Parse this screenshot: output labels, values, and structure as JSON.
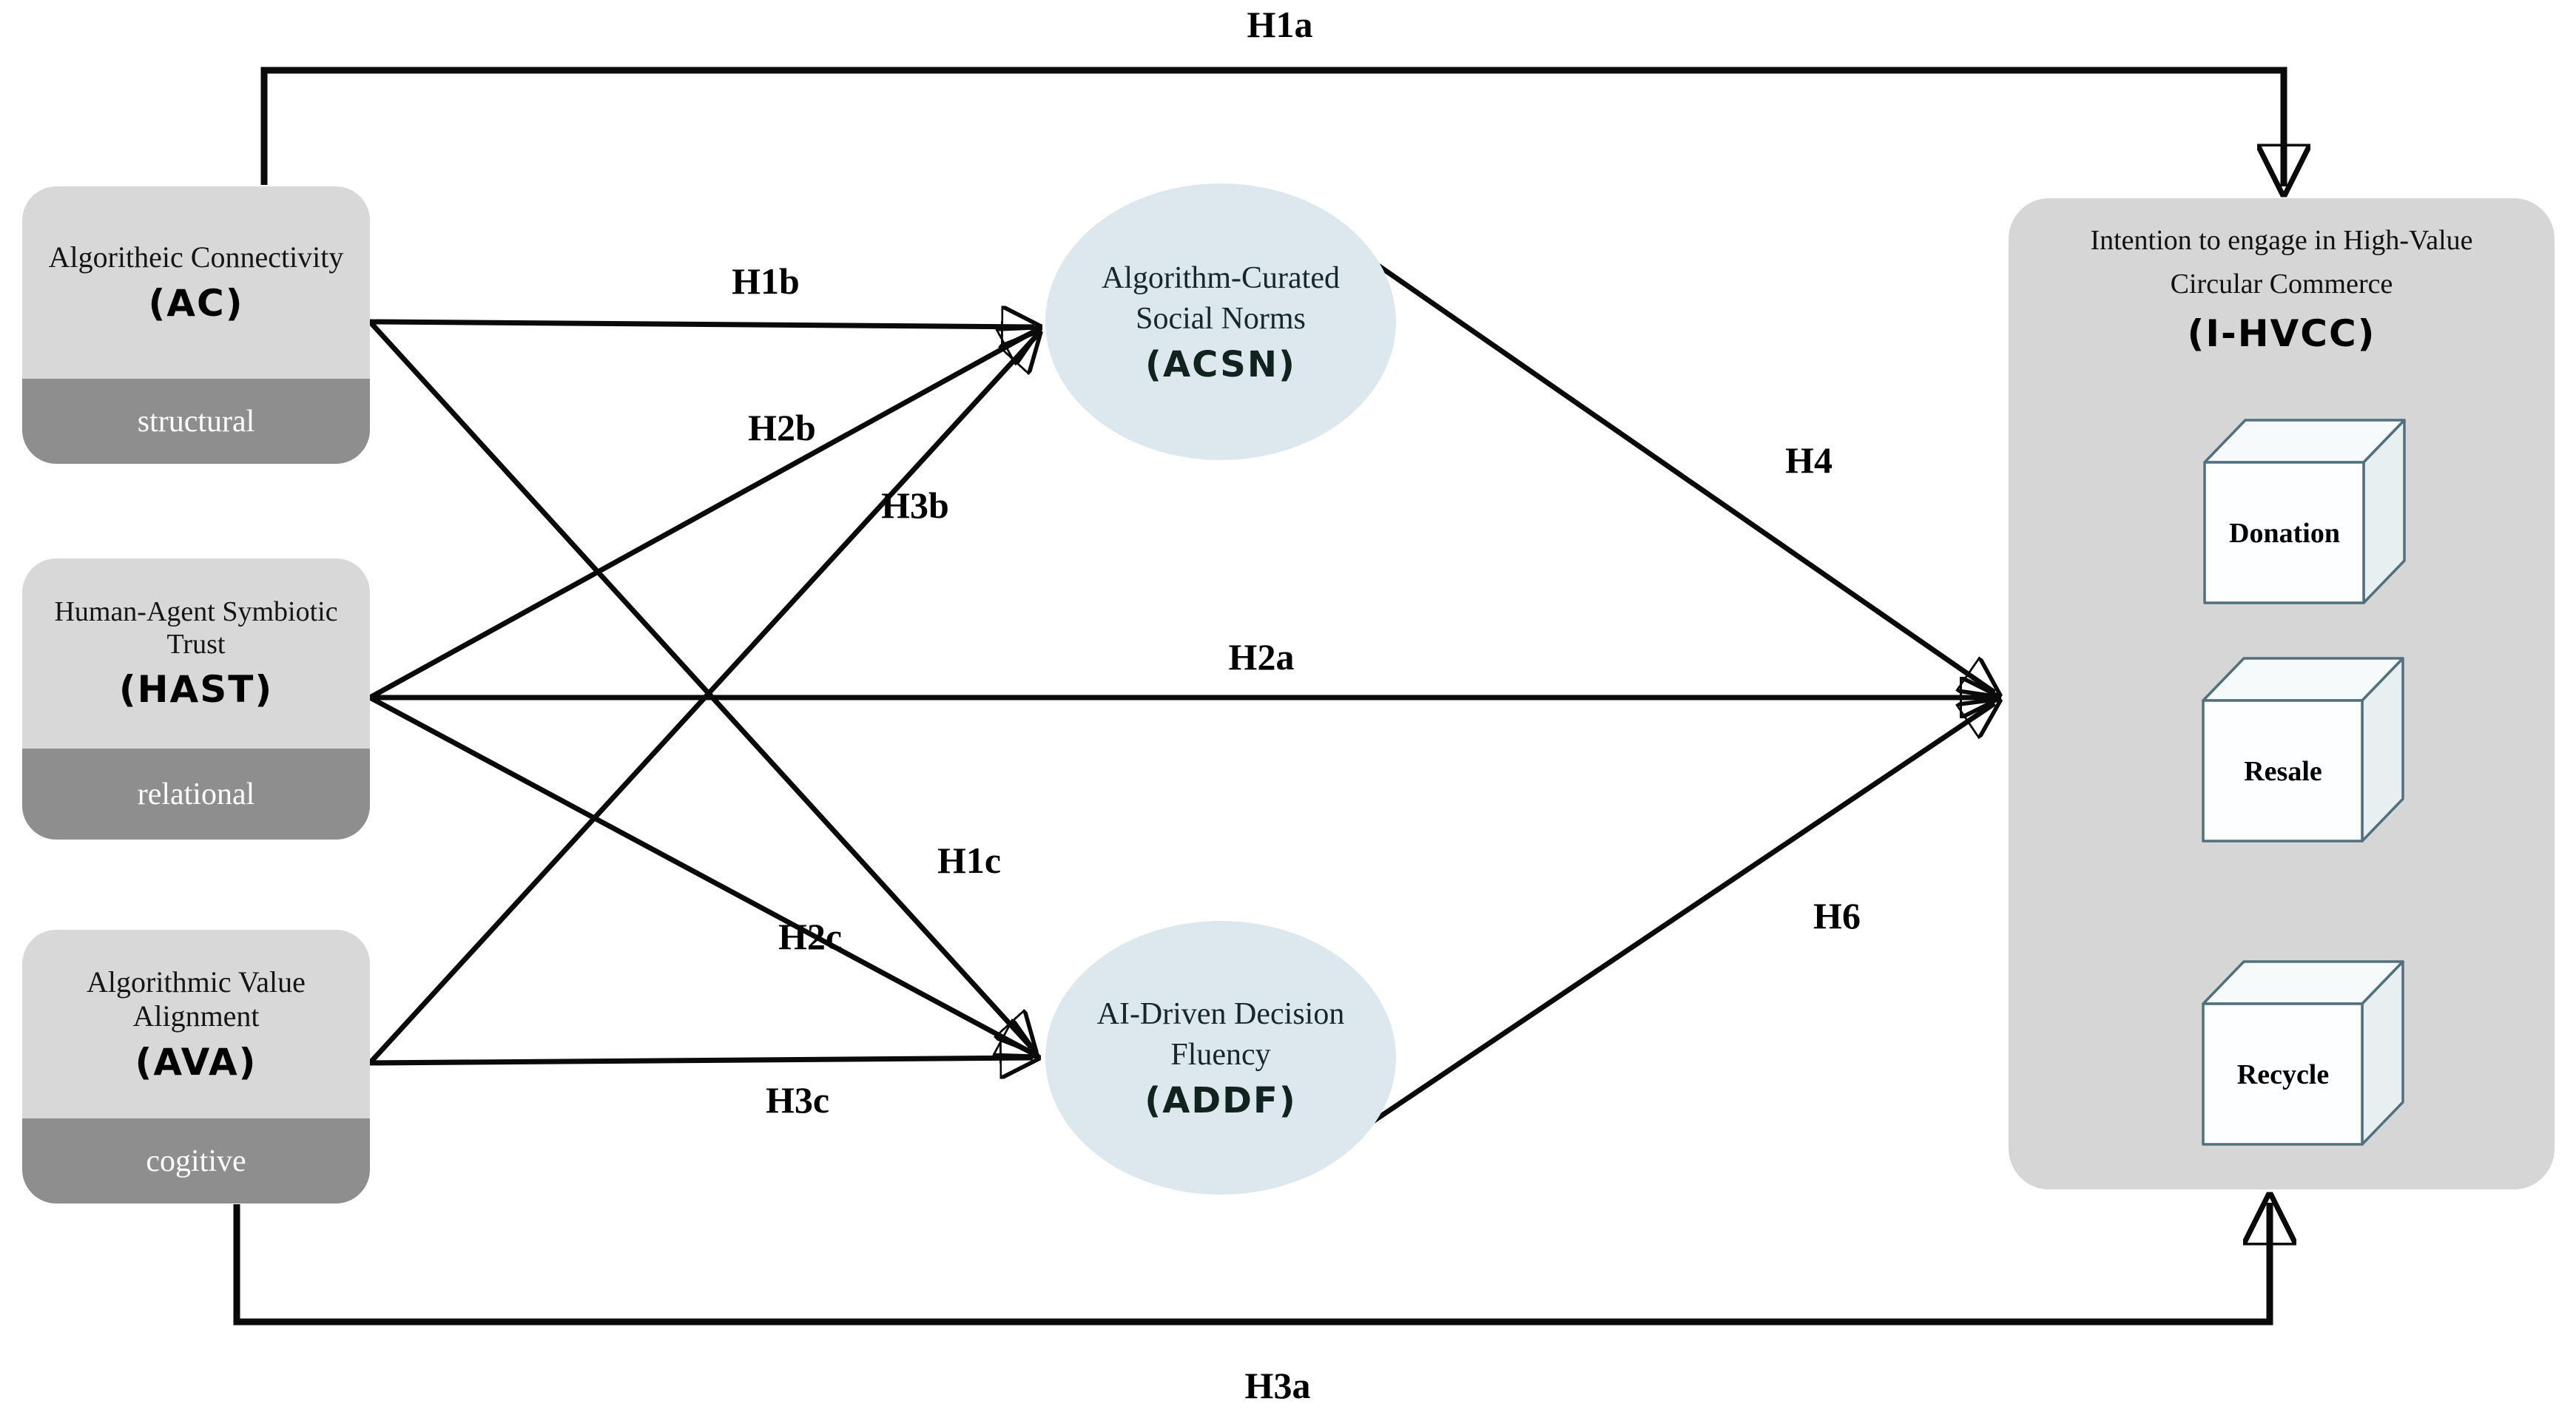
{
  "diagram": {
    "predictors": [
      {
        "title": "Algoritheic Connectivity",
        "acronym": "(AC)",
        "dimension": "structural"
      },
      {
        "title": "Human-Agent Symbiotic Trust",
        "acronym": "(HAST)",
        "dimension": "relational"
      },
      {
        "title": "Algorithmic Value Alignment",
        "acronym": "(AVA)",
        "dimension": "cogitive"
      }
    ],
    "mediators": [
      {
        "title_lines": [
          "Algorithm-Curated",
          "Social Norms"
        ],
        "acronym": "(ACSN)"
      },
      {
        "title_lines": [
          "AI-Driven Decision",
          "Fluency"
        ],
        "acronym": "(ADDF)"
      }
    ],
    "outcome": {
      "title_lines": [
        "Intention to engage in High-Value",
        "Circular Commerce"
      ],
      "acronym": "(I-HVCC)",
      "behaviors": [
        "Donation",
        "Resale",
        "Recycle"
      ]
    },
    "hypotheses": {
      "h1a": "H1a",
      "h1b": "H1b",
      "h1c": "H1c",
      "h2a": "H2a",
      "h2b": "H2b",
      "h2c": "H2c",
      "h3a": "H3a",
      "h3b": "H3b",
      "h3c": "H3c",
      "h4": "H4",
      "h6": "H6"
    },
    "colors": {
      "predictor_fill": "#d8d8d8",
      "dimension_strip": "#8e8e8e",
      "mediator_fill": "#dce8ee",
      "outcome_fill": "#d6d6d6",
      "cube_border": "#51707d",
      "arrow": "#0a0a0a"
    }
  }
}
